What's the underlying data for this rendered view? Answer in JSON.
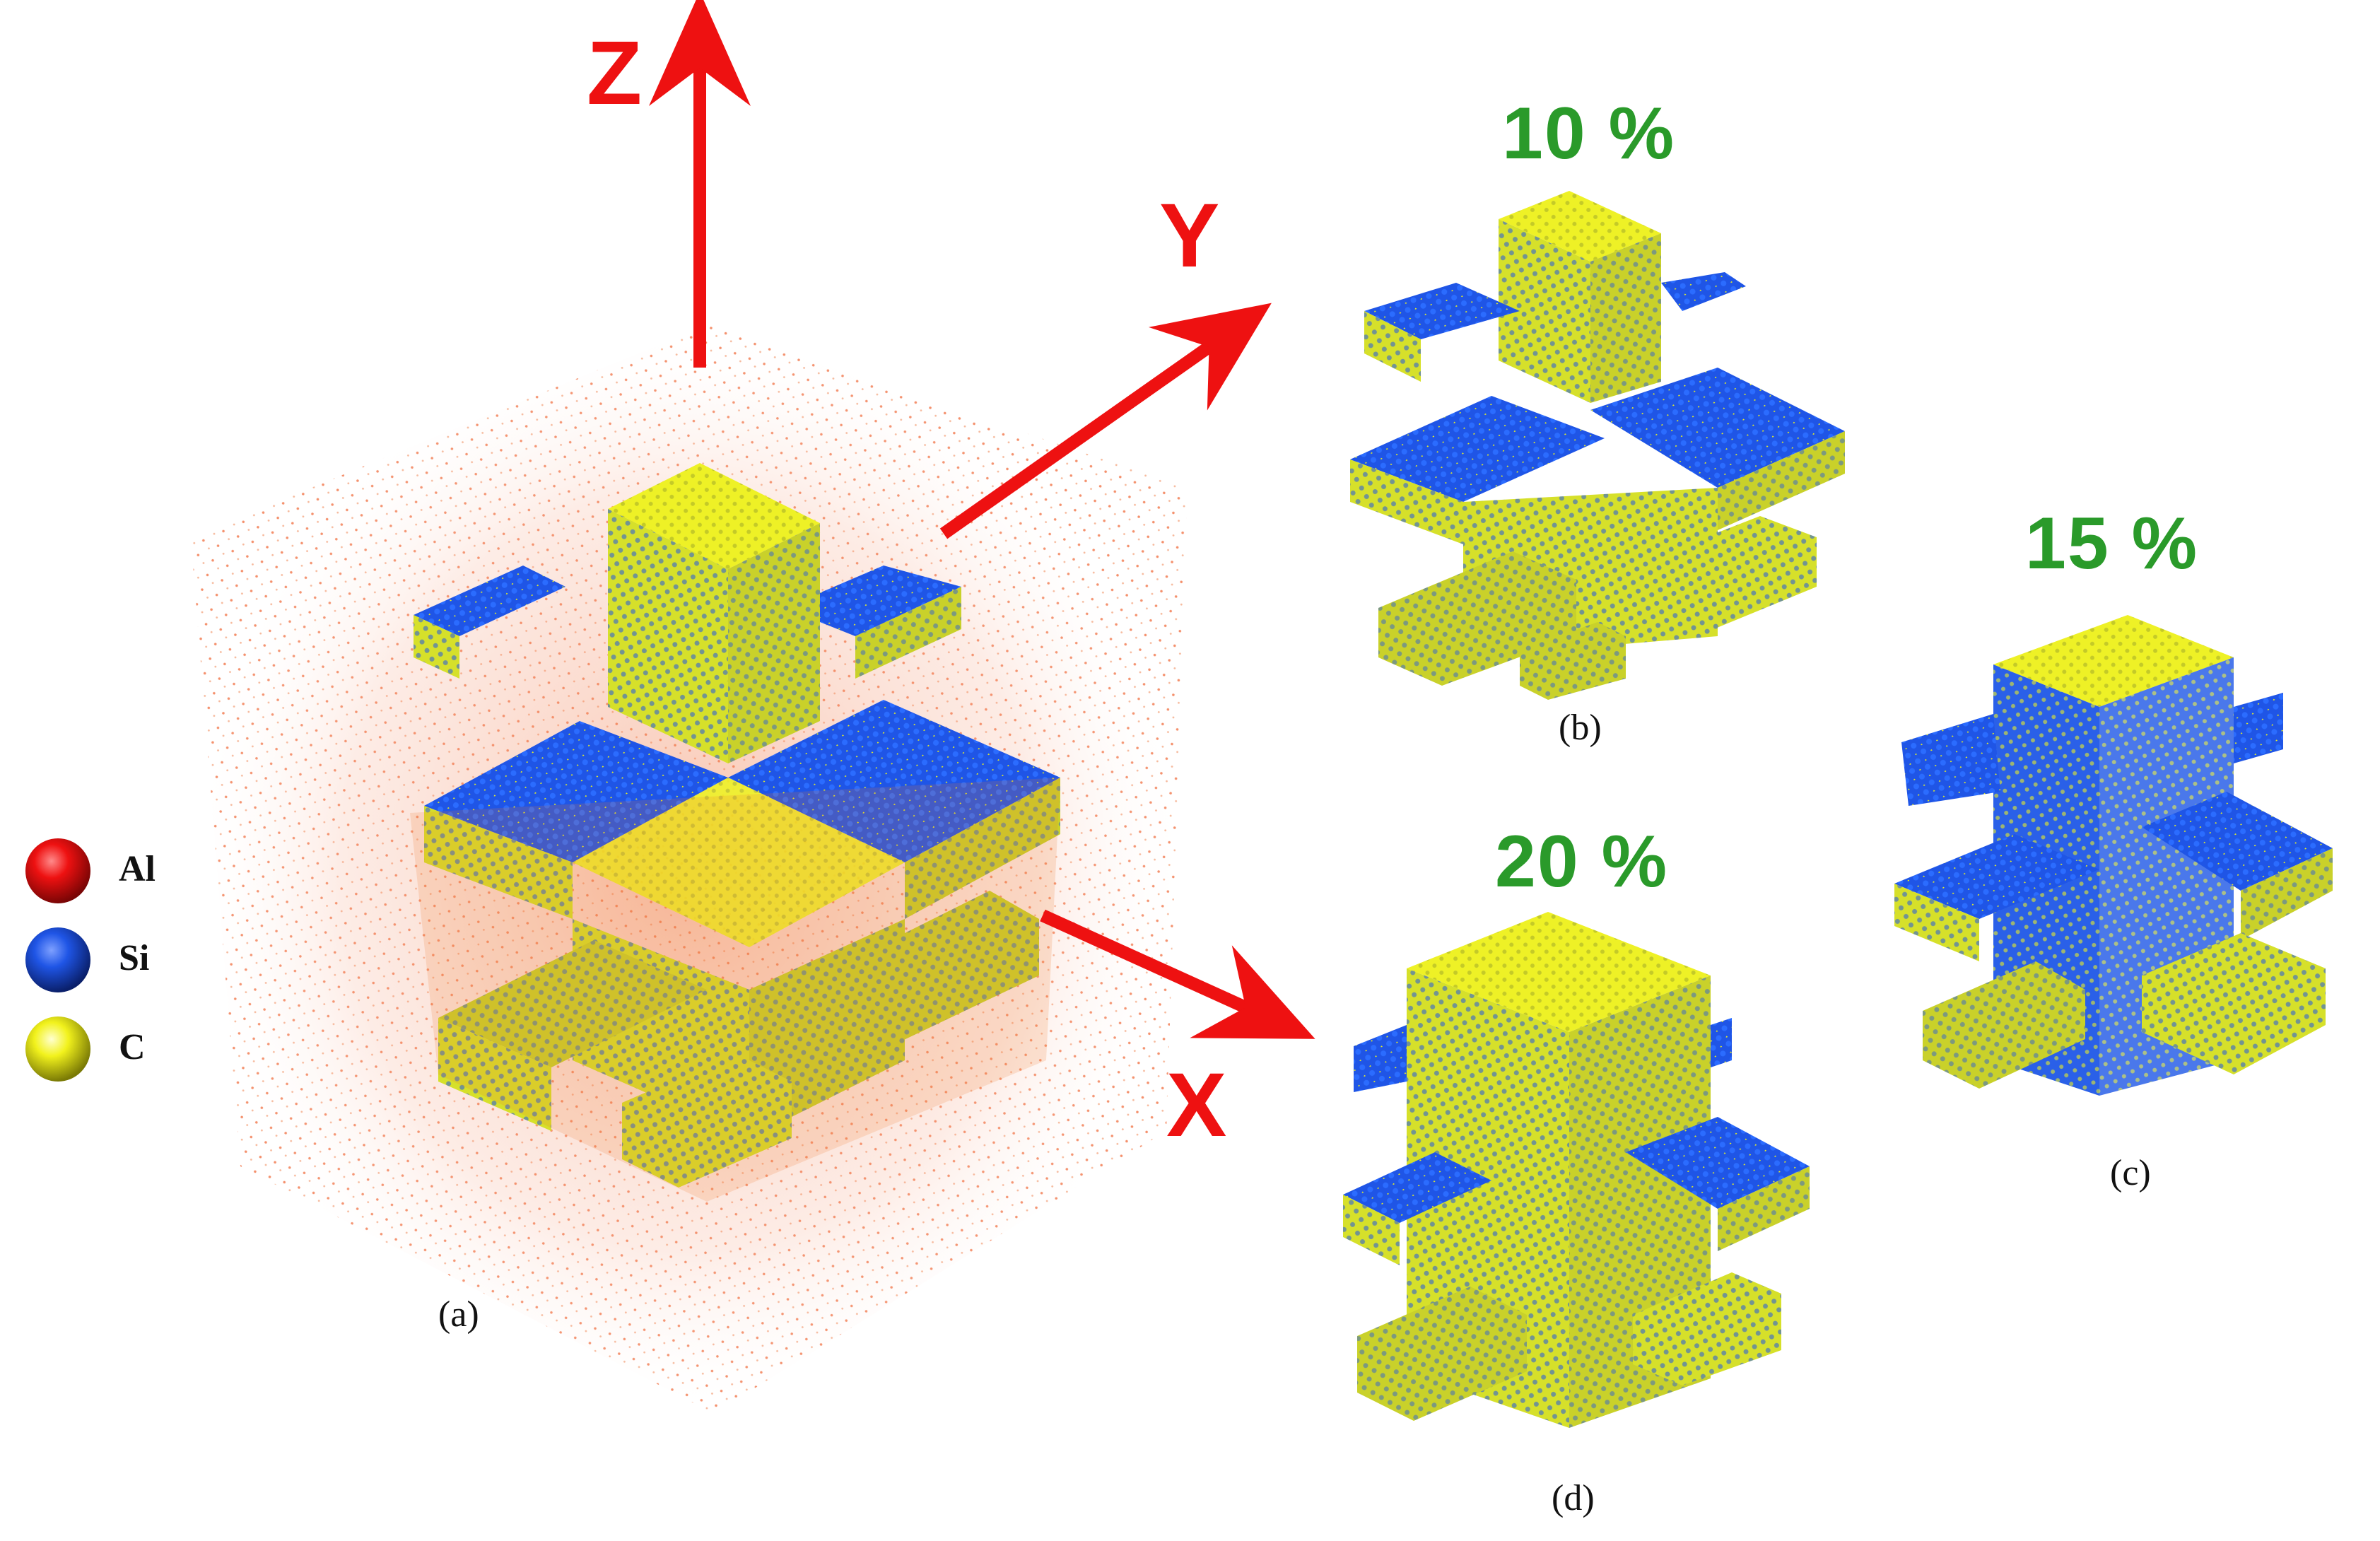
{
  "axes": {
    "z": "Z",
    "y": "Y",
    "x": "X"
  },
  "panels": {
    "a": {
      "label": "(a)"
    },
    "b": {
      "label": "(b)",
      "percent": "10 %"
    },
    "c": {
      "label": "(c)",
      "percent": "15 %"
    },
    "d": {
      "label": "(d)",
      "percent": "20 %"
    }
  },
  "legend": [
    {
      "label": "Al",
      "color": "#ee1111",
      "icon": "red-sphere-icon"
    },
    {
      "label": "Si",
      "color": "#1f55e6",
      "icon": "blue-sphere-icon"
    },
    {
      "label": "C",
      "color": "#f2f21c",
      "icon": "yellow-sphere-icon"
    }
  ],
  "colors": {
    "aluminum": "#ee1111",
    "silicon": "#1f55e6",
    "carbon": "#e9ee22",
    "arrow": "#ee1111",
    "percent_text": "#2a9a2a"
  }
}
